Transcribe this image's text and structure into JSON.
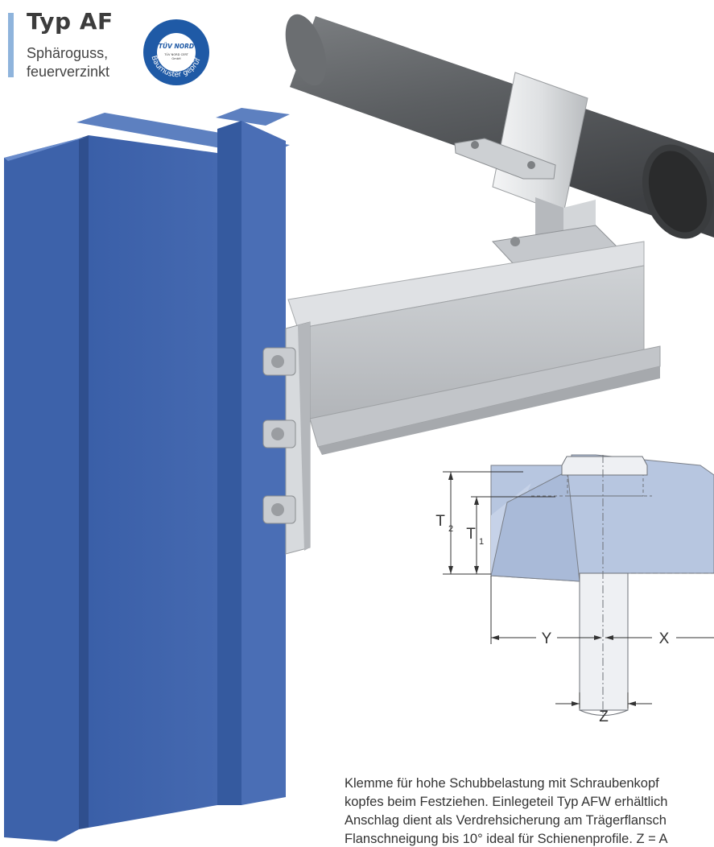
{
  "header": {
    "title": "Typ AF",
    "subtitle_line1": "Sphäroguss,",
    "subtitle_line2": "feuerverzinkt"
  },
  "certification": {
    "brand": "TÜV NORD",
    "small_text_1": "TÜV NORD CERT",
    "small_text_2": "GmbH",
    "arc_text": "Baumuster geprüft",
    "color": "#1f5aa6"
  },
  "illustration": {
    "beam_color": "#3f65ad",
    "galvanized_color": "#c8cbcf",
    "pipe_color": "#5d6063",
    "icons": [
      "i-beam-column",
      "pipe",
      "pipe-clamp",
      "cantilever-beam",
      "beam-clamp"
    ]
  },
  "dimension_diagram": {
    "labels": {
      "t2": "T",
      "t2_sub": "2",
      "t1": "T",
      "t1_sub": "1",
      "y": "Y",
      "x": "X",
      "z": "Z"
    },
    "fill_color": "#b7c6e0"
  },
  "description": {
    "lines": [
      "Klemme für hohe Schubbelastung mit Schraubenkopf",
      "kopfes beim Festziehen. Einlegeteil Typ AFW erhältlich",
      "Anschlag dient als Verdrehsicherung am Trägerflansch",
      "Flanschneigung bis 10° ideal für Schienenprofile. Z = A"
    ]
  }
}
